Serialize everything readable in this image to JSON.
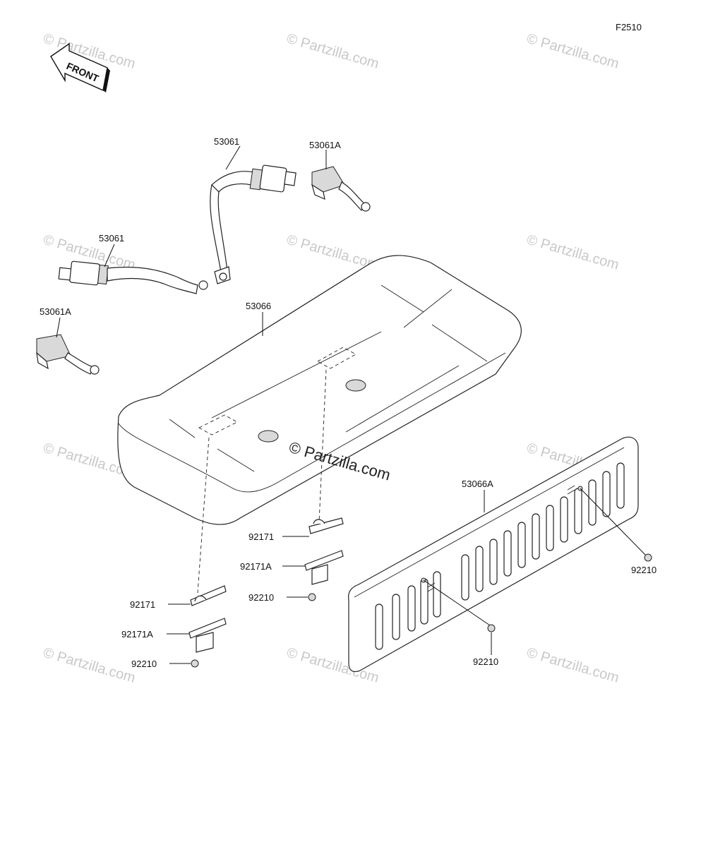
{
  "diagram": {
    "code": "F2510",
    "front_label": "FRONT",
    "watermark": "© Partzilla.com",
    "watermark_center": "© Partzilla.com",
    "parts": {
      "belt_upper": "53061",
      "buckle_upper": "53061A",
      "belt_left": "53061",
      "buckle_left": "53061A",
      "seat": "53066",
      "back_panel": "53066A",
      "bracket_center": "92171",
      "plate_center": "92171A",
      "nut_center": "92210",
      "bracket_left": "92171",
      "plate_left": "92171A",
      "nut_left": "92210",
      "nut_panel_right": "92210",
      "nut_panel_center": "92210"
    }
  }
}
